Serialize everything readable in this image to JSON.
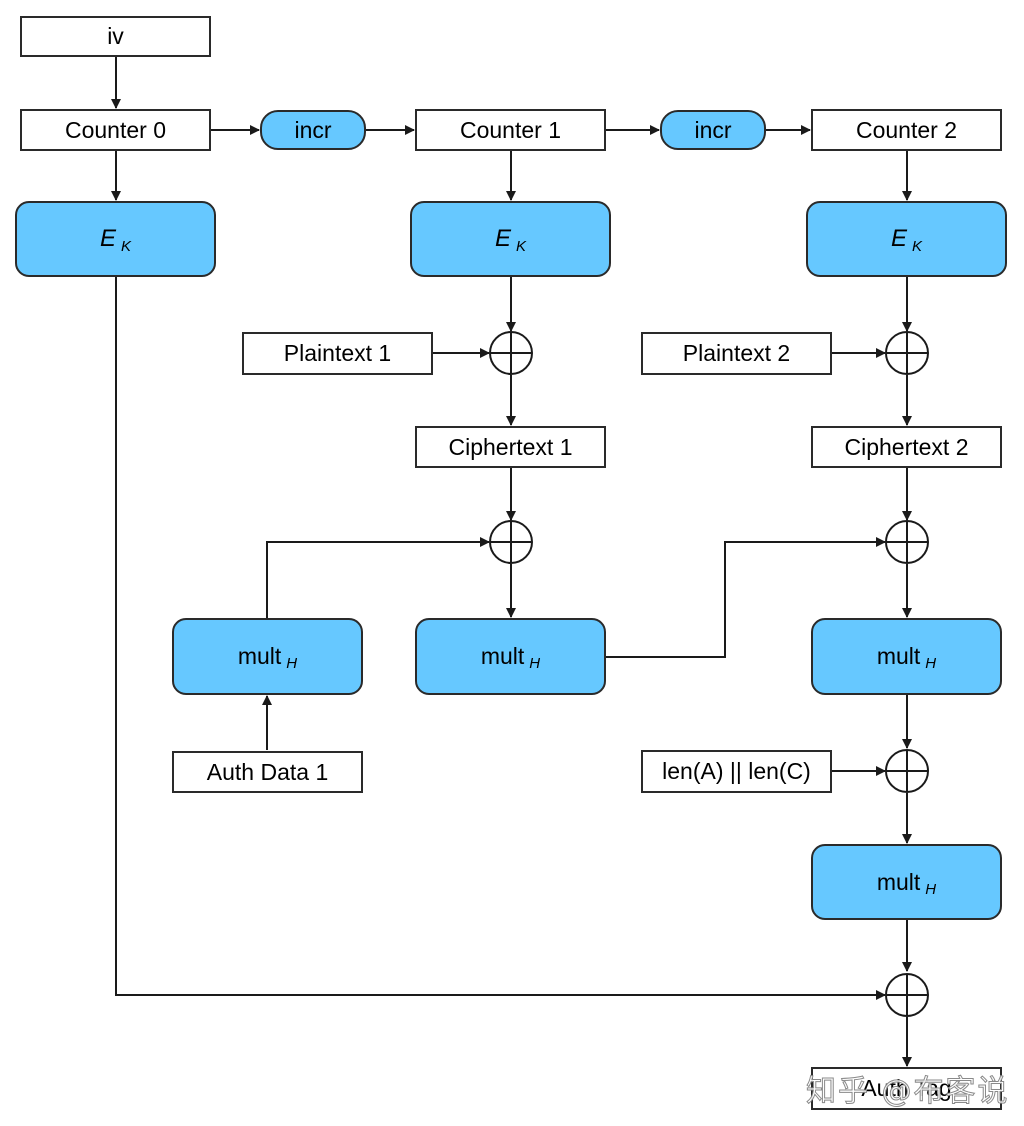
{
  "iv": "iv",
  "counters": [
    "Counter 0",
    "Counter 1",
    "Counter 2"
  ],
  "incr": "incr",
  "encrypt": {
    "main": "E",
    "sub": "K"
  },
  "plaintexts": [
    "Plaintext 1",
    "Plaintext 2"
  ],
  "ciphertexts": [
    "Ciphertext 1",
    "Ciphertext 2"
  ],
  "mult": {
    "main": "mult",
    "sub": "H"
  },
  "auth_data": "Auth Data 1",
  "len_block": "len(A) || len(C)",
  "auth_tag": "Auth Tag",
  "watermark": "知乎 @布客说",
  "colors": {
    "block_fill": "#66c8ff",
    "stroke": "#2a2a2a",
    "line": "#1a1a1a"
  }
}
